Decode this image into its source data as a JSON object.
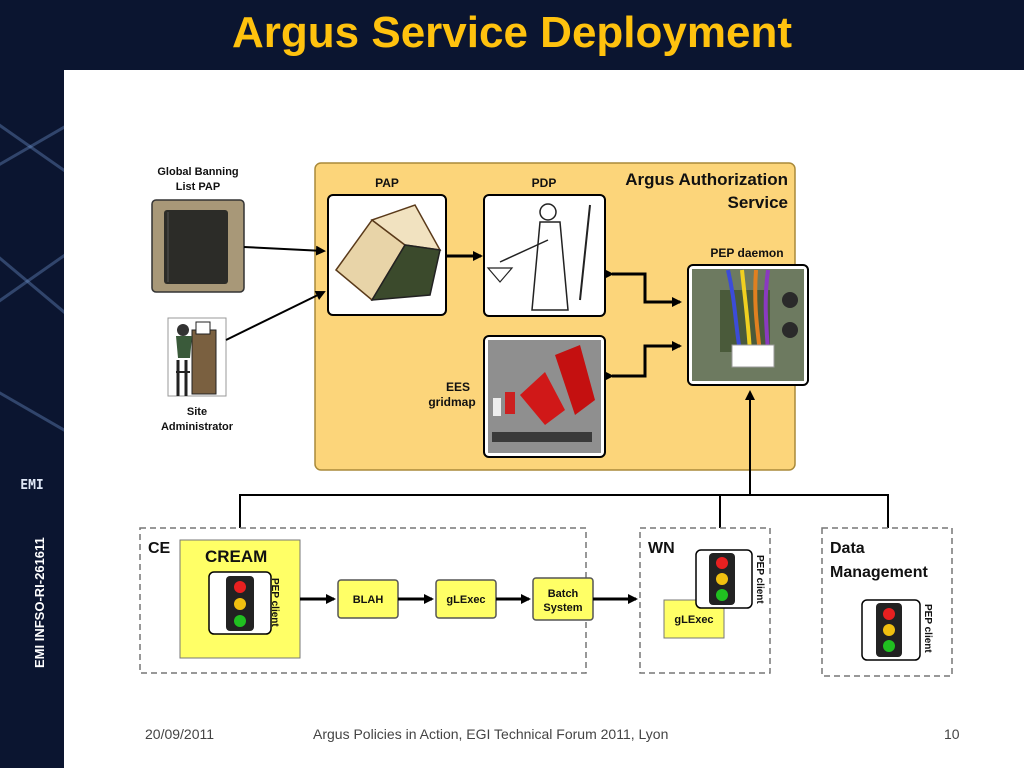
{
  "slide": {
    "title": "Argus Service Deployment",
    "side_label": "EMI INFSO-RI-261611",
    "logo_text": "EMI",
    "footer": {
      "date": "20/09/2011",
      "center": "Argus Policies in Action, EGI Technical Forum 2011, Lyon",
      "page": "10"
    }
  },
  "diagram": {
    "gbl_line1": "Global Banning",
    "gbl_line2": "List PAP",
    "admin_line1": "Site",
    "admin_line2": "Administrator",
    "argus_line1": "Argus Authorization",
    "argus_line2": "Service",
    "pap": "PAP",
    "pdp": "PDP",
    "pep_daemon": "PEP daemon",
    "ees_line1": "EES",
    "ees_line2": "gridmap",
    "ce": "CE",
    "cream": "CREAM",
    "pep_client": "PEP client",
    "blah": "BLAH",
    "glexec": "gLExec",
    "batch_line1": "Batch",
    "batch_line2": "System",
    "wn": "WN",
    "wn_glexec": "gLExec",
    "dm_line1": "Data",
    "dm_line2": "Management"
  },
  "colors": {
    "background_dark": "#0b1530",
    "title": "#ffc20e",
    "argus_box": "#fcd57a",
    "cream_box": "#ffff66",
    "process_box": "#ffff66"
  },
  "icons": [
    "book-icon",
    "justice-statue-icon",
    "motherboard-icon",
    "toy-cars-icon",
    "notebook-icon",
    "administrator-icon",
    "traffic-light-icon"
  ]
}
